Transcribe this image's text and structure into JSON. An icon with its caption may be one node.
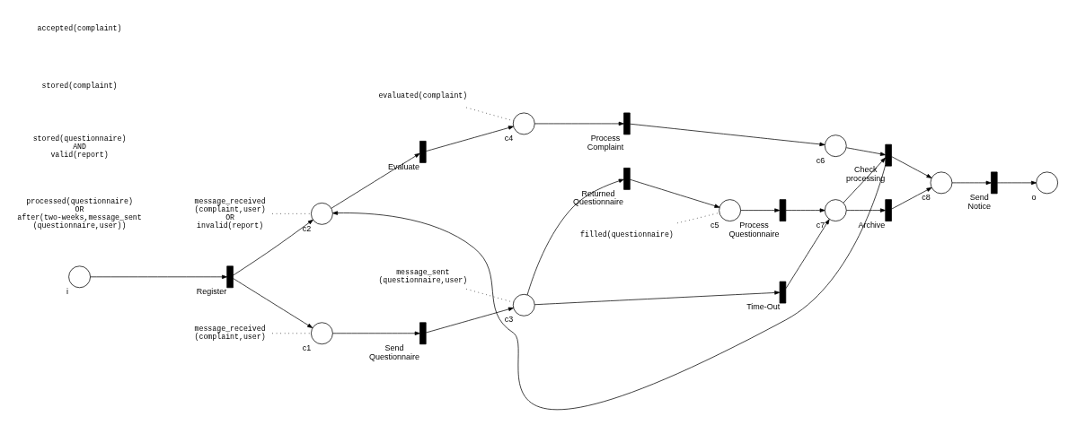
{
  "diagram": {
    "nodes": [
      {
        "text": [],
        "shape": "circle",
        "beside": [
          "i"
        ]
      },
      {
        "text": [],
        "shape": "bar",
        "beside": [
          "Register"
        ]
      },
      {
        "text": [],
        "shape": "circle",
        "beside": [
          "c1"
        ]
      },
      {
        "text": [],
        "shape": "circle",
        "beside": [
          "c2"
        ]
      },
      {
        "text": [],
        "shape": "bar",
        "beside": [
          "Send Questionnaire"
        ]
      },
      {
        "text": [],
        "shape": "bar",
        "beside": [
          "Evaluate"
        ]
      },
      {
        "text": [],
        "shape": "circle",
        "beside": [
          "c3"
        ]
      },
      {
        "text": [],
        "shape": "circle",
        "beside": [
          "c4"
        ]
      },
      {
        "text": [],
        "shape": "bar",
        "beside": [
          "Returned Questionnaire"
        ]
      },
      {
        "text": [],
        "shape": "bar",
        "beside": [
          "Time-Out"
        ]
      },
      {
        "text": [],
        "shape": "bar",
        "beside": [
          "Process Complaint"
        ]
      },
      {
        "text": [],
        "shape": "circle",
        "beside": [
          "c5"
        ]
      },
      {
        "text": [],
        "shape": "circle",
        "beside": [
          "c6"
        ]
      },
      {
        "text": [],
        "shape": "bar",
        "beside": [
          "Process Questionnaire"
        ]
      },
      {
        "text": [],
        "shape": "circle",
        "beside": [
          "c7"
        ]
      },
      {
        "text": [],
        "shape": "bar",
        "beside": [
          "Check processing"
        ]
      },
      {
        "text": [],
        "shape": "bar",
        "beside": [
          "Archive"
        ]
      },
      {
        "text": [],
        "shape": "circle",
        "beside": [
          "c8"
        ]
      },
      {
        "text": [],
        "shape": "bar",
        "beside": [
          "Send Notice"
        ]
      },
      {
        "text": [],
        "shape": "circle",
        "beside": [
          "o"
        ]
      },
      {
        "text": [
          "message_received (complaint,user)"
        ]
      },
      {
        "text": [
          "message_sent (questionnaire,user)"
        ]
      },
      {
        "text": [
          "filled(questionnaire)"
        ]
      },
      {
        "text": [
          "evaluated(complaint)"
        ]
      },
      {
        "text": [
          "message_received (complaint,user) OR invalid(report)"
        ]
      }
    ],
    "edges": [
      {
        "from": 0,
        "to": 1,
        "arrow": "to"
      },
      {
        "from": 1,
        "to": 2,
        "arrow": "to"
      },
      {
        "from": 1,
        "to": 3,
        "arrow": "to"
      },
      {
        "from": 2,
        "to": 4,
        "arrow": "to"
      },
      {
        "from": 4,
        "to": 6,
        "arrow": "to"
      },
      {
        "from": 6,
        "to": 8,
        "arrow": "to"
      },
      {
        "from": 6,
        "to": 9,
        "arrow": "to"
      },
      {
        "from": 8,
        "to": 11,
        "arrow": "to"
      },
      {
        "from": 11,
        "to": 13,
        "arrow": "to"
      },
      {
        "from": 13,
        "to": 14,
        "arrow": "to"
      },
      {
        "from": 9,
        "to": 14,
        "arrow": "to"
      },
      {
        "from": 14,
        "to": 16,
        "arrow": "to"
      },
      {
        "from": 14,
        "to": 15,
        "arrow": "to"
      },
      {
        "from": 16,
        "to": 17,
        "arrow": "to"
      },
      {
        "from": 3,
        "to": 5,
        "arrow": "to"
      },
      {
        "from": 5,
        "to": 7,
        "arrow": "to"
      },
      {
        "from": 7,
        "to": 10,
        "arrow": "to"
      },
      {
        "from": 10,
        "to": 12,
        "arrow": "to"
      },
      {
        "from": 12,
        "to": 15,
        "arrow": "to"
      },
      {
        "from": 15,
        "to": 17,
        "arrow": "to"
      },
      {
        "from": 15,
        "to": 3,
        "arrow": "to"
      },
      {
        "from": 17,
        "to": 18,
        "arrow": "to"
      },
      {
        "from": 18,
        "to": 19,
        "arrow": "to"
      },
      {
        "from": 20,
        "to": 2,
        "arrow": "none",
        "style": "dashed"
      },
      {
        "from": 21,
        "to": 6,
        "arrow": "none",
        "style": "dashed"
      },
      {
        "from": 22,
        "to": 11,
        "arrow": "none",
        "style": "dashed"
      },
      {
        "from": 23,
        "to": 7,
        "arrow": "none",
        "style": "dashed"
      },
      {
        "from": 24,
        "to": 3,
        "arrow": "none",
        "style": "dashed"
      }
    ],
    "labels": [
      "processed(questionnaire) OR after(two-weeks,message_sent (questionnaire,user))",
      "stored(questionnaire) AND valid(report)",
      "stored(complaint)",
      "accepted(complaint)"
    ]
  }
}
